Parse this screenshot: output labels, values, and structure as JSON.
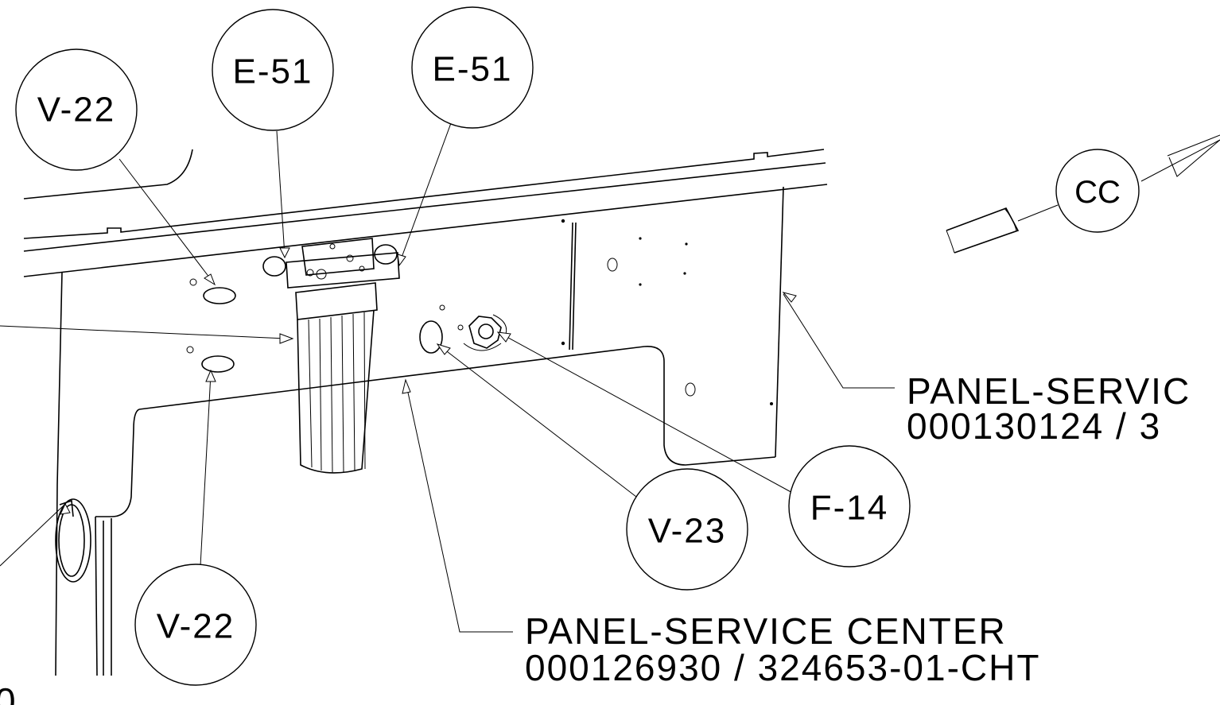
{
  "callouts": {
    "v22_top": "V-22",
    "e51_left": "E-51",
    "e51_right": "E-51",
    "cc": "CC",
    "v22_bottom": "V-22",
    "v23": "V-23",
    "f14": "F-14"
  },
  "labels": {
    "panel_right_line1": "PANEL-SERVIC",
    "panel_right_line2": "000130124 / 3",
    "panel_center_line1": "PANEL-SERVICE CENTER",
    "panel_center_line2": "000126930 / 324653-01-CHT",
    "cutoff_fragment": "0"
  }
}
